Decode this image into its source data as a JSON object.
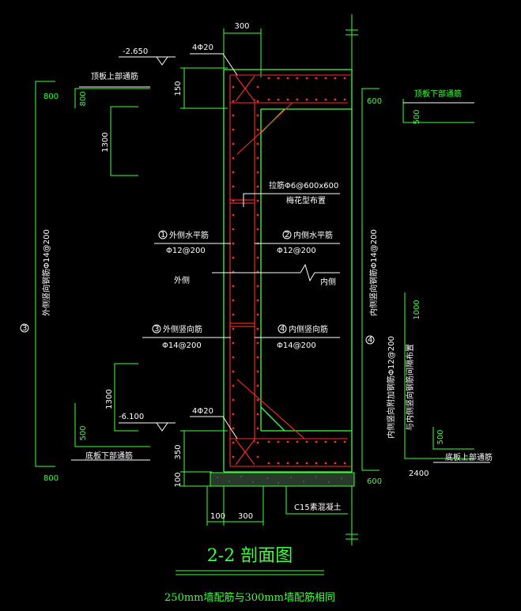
{
  "title": "2-2 剖面图",
  "subtitle": "250mm墙配筋与300mm墙配筋相同",
  "elevations": {
    "top": "-2.650",
    "bottom": "-6.100"
  },
  "top_bars": "4Φ20",
  "bottom_bars": "4Φ20",
  "tie_bar": {
    "line1": "拉筋Φ6@600x600",
    "line2": "梅花型布置"
  },
  "rebars": {
    "r1_label": "外侧水平筋",
    "r1_value": "Φ12@200",
    "r1_num": "1",
    "r2_label": "内侧水平筋",
    "r2_value": "Φ12@200",
    "r2_num": "2",
    "r3_label": "外侧竖向筋",
    "r3_value": "Φ14@200",
    "r3_num": "3",
    "r4_label": "内侧竖向筋",
    "r4_value": "Φ14@200",
    "r4_num": "4"
  },
  "side_labels": {
    "outer": "外侧",
    "inner": "内侧"
  },
  "slab_labels": {
    "top_slab_upper": "顶板上部通筋",
    "top_slab_lower": "顶板下部通筋",
    "bottom_slab_lower": "底板下部通筋",
    "bottom_slab_upper": "底板上部通筋"
  },
  "vertical_callouts": {
    "left": "外侧竖向钢筋Φ14@200",
    "left_num": "3",
    "right": "内侧竖向钢筋Φ14@200",
    "right_num": "4",
    "right_add_1": "内侧竖向附加钢筋Φ12@200",
    "right_add_2": "与内侧竖向钢筋间隔布置"
  },
  "concrete": "C15素混凝土",
  "dims": {
    "top_width": "300",
    "d150": "150",
    "d1300_top": "1300",
    "d1300_bot": "1300",
    "d350": "350",
    "d100_v": "100",
    "d100_h": "100",
    "d300_h": "300",
    "d800_l_top": "800",
    "d800_top_hook": "800",
    "d800_l_bot": "800",
    "d500_l_bot": "500",
    "d600_r_top": "600",
    "d500_r_top": "500",
    "d600_r_bot": "600",
    "d1000": "1000",
    "d500_r_bot": "500",
    "d2400": "2400"
  },
  "colors": {
    "background": "#000000",
    "wall": "#3cff3c",
    "rebar": "#ff2a2a",
    "text": "#ffffff",
    "dimension": "#3cff3c"
  }
}
